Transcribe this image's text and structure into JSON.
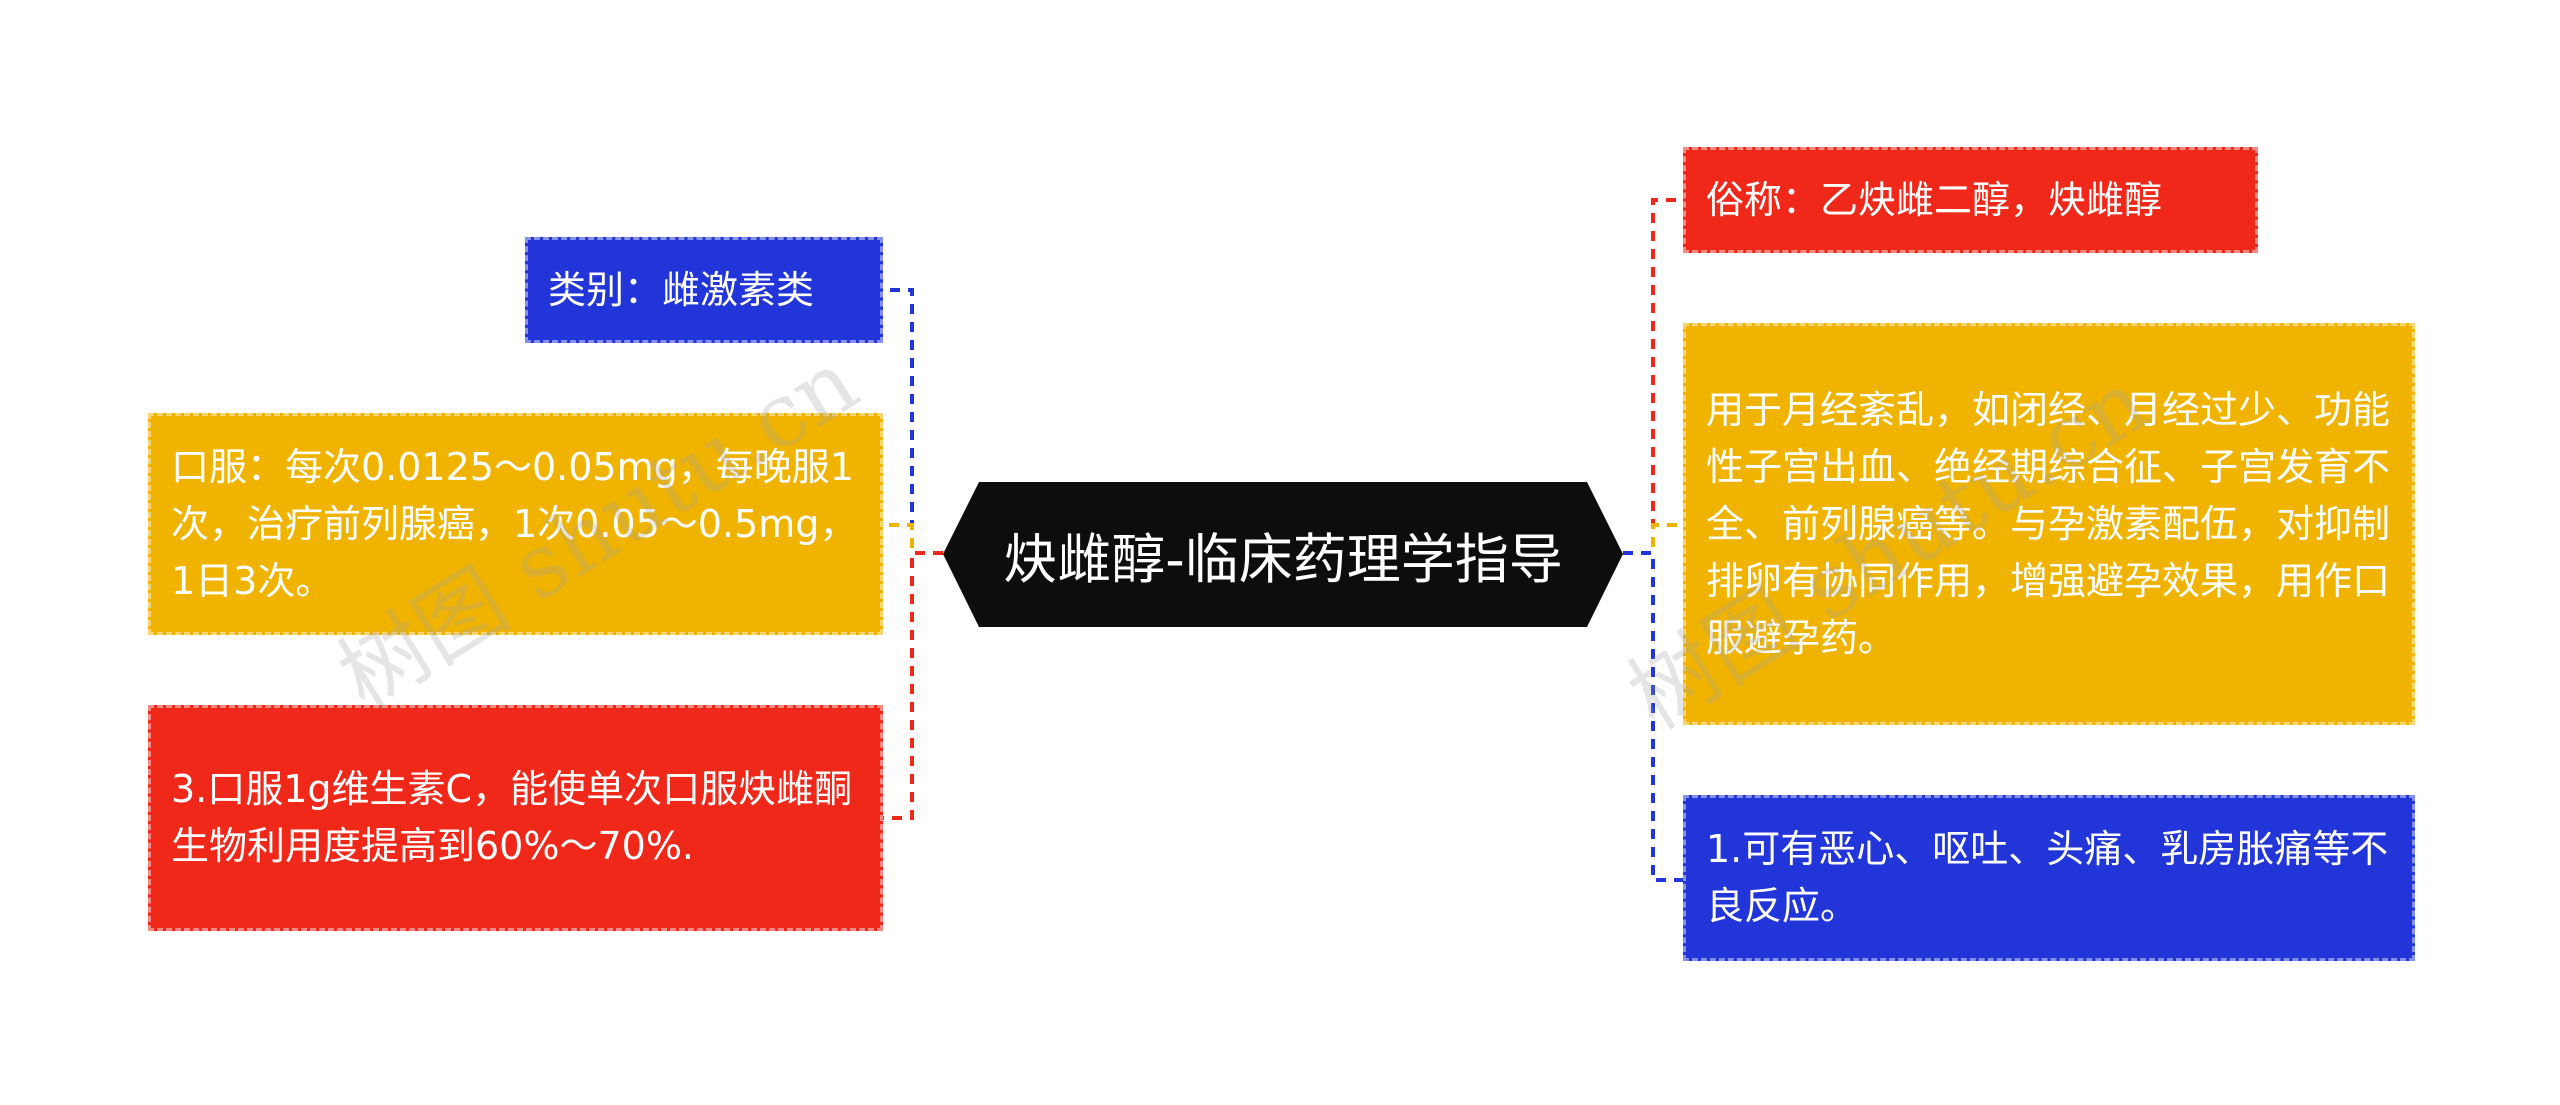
{
  "central": {
    "title": "炔雌醇-临床药理学指导"
  },
  "colors": {
    "blue": "#2135d9",
    "yellow": "#f0b400",
    "red": "#f0281a",
    "central": "#0d0d0d"
  },
  "left_nodes": [
    {
      "text": "类别：雌激素类",
      "color": "blue"
    },
    {
      "text": "口服：每次0.0125～0.05mg，每晚服1次，治疗前列腺癌，1次0.05～0.5mg，1日3次。",
      "color": "yellow"
    },
    {
      "text": "3.口服1g维生素C，能使单次口服炔雌酮生物利用度提高到60%～70%.",
      "color": "red"
    }
  ],
  "right_nodes": [
    {
      "text": "俗称：乙炔雌二醇，炔雌醇",
      "color": "red"
    },
    {
      "text": "用于月经紊乱，如闭经、月经过少、功能性子宫出血、绝经期综合征、子宫发育不全、前列腺癌等。与孕激素配伍，对抑制排卵有协同作用，增强避孕效果，用作口服避孕药。",
      "color": "yellow"
    },
    {
      "text": "1.可有恶心、呕吐、头痛、乳房胀痛等不良反应。",
      "color": "blue"
    }
  ],
  "watermark": "树图 shutu.cn"
}
